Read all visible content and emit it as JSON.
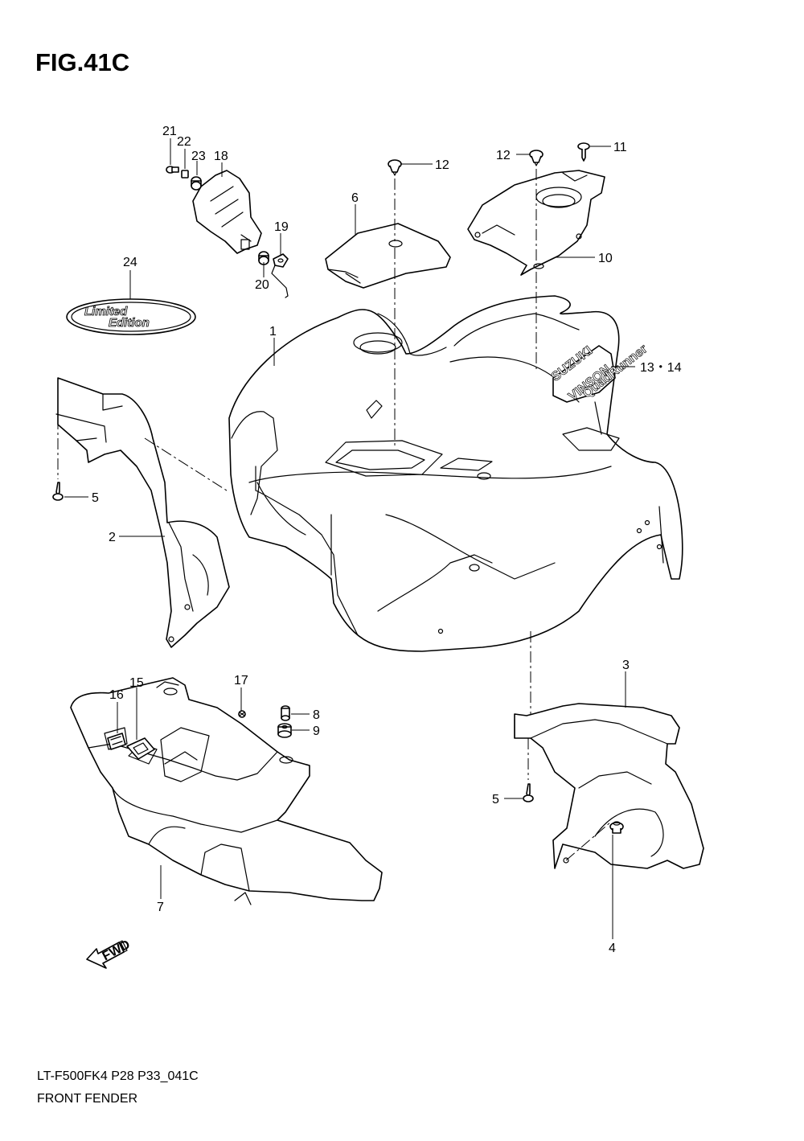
{
  "figure": {
    "title": "FIG.41C",
    "model_code": "LT-F500FK4 P28 P33_041C",
    "section_name": "FRONT FENDER"
  },
  "part_labels": {
    "p1": "1",
    "p2": "2",
    "p3": "3",
    "p4": "4",
    "p5a": "5",
    "p5b": "5",
    "p6": "6",
    "p7": "7",
    "p8": "8",
    "p9": "9",
    "p10": "10",
    "p11": "11",
    "p12a": "12",
    "p12b": "12",
    "p13_14": "13・14",
    "p15": "15",
    "p16": "16",
    "p17": "17",
    "p18": "18",
    "p19": "19",
    "p20": "20",
    "p21": "21",
    "p22": "22",
    "p23": "23",
    "p24": "24"
  },
  "emblem": {
    "line1": "Limited",
    "line2": "Edition"
  },
  "decal": {
    "brand": "SUZUKI",
    "model": "VINSON",
    "sub": "QuadRunner"
  },
  "fwd_arrow": {
    "label": "FWD"
  },
  "icons": [
    "fwd-arrow-icon",
    "screw-icon",
    "clip-icon",
    "grommet-icon"
  ]
}
